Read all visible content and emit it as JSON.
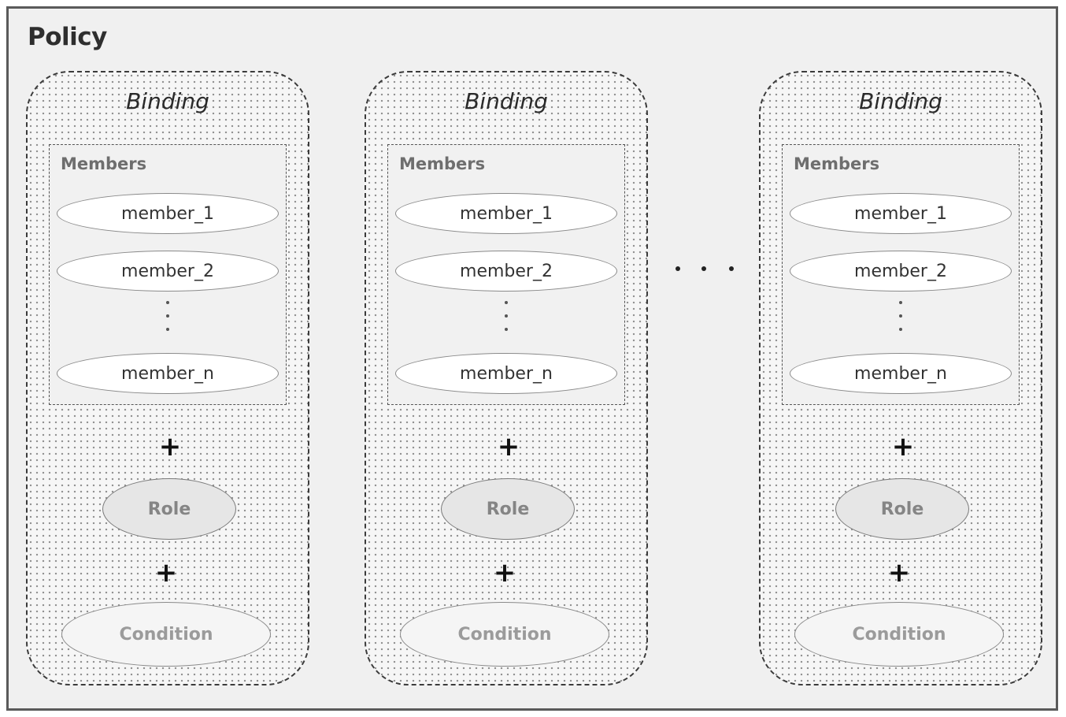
{
  "policy": {
    "title": "Policy"
  },
  "bindings": [
    {
      "title": "Binding",
      "members_label": "Members",
      "members": [
        "member_1",
        "member_2",
        "member_n"
      ],
      "vertical_ellipsis": "⋮",
      "plus_1": "+",
      "role": "Role",
      "plus_2": "+",
      "condition": "Condition"
    },
    {
      "title": "Binding",
      "members_label": "Members",
      "members": [
        "member_1",
        "member_2",
        "member_n"
      ],
      "vertical_ellipsis": "⋮",
      "plus_1": "+",
      "role": "Role",
      "plus_2": "+",
      "condition": "Condition"
    },
    {
      "title": "Binding",
      "members_label": "Members",
      "members": [
        "member_1",
        "member_2",
        "member_n"
      ],
      "vertical_ellipsis": "⋮",
      "plus_1": "+",
      "role": "Role",
      "plus_2": "+",
      "condition": "Condition"
    }
  ],
  "between_bindings_ellipsis": "…",
  "colors": {
    "frame_border": "#5a5a5a",
    "background": "#f0f0f0",
    "binding_border": "#3b3b3b",
    "role_fill": "#e6e6e6"
  }
}
